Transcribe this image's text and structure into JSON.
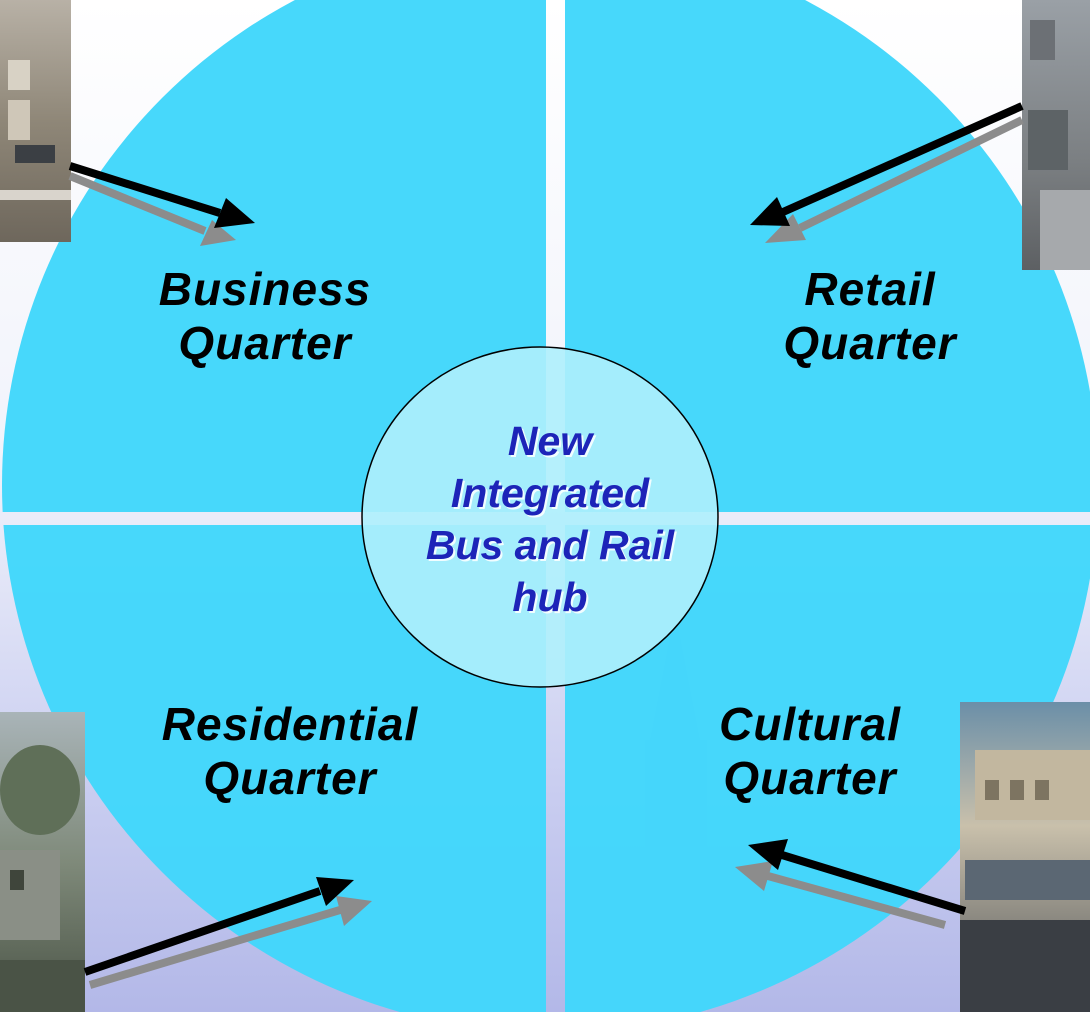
{
  "quarters": {
    "business": {
      "line1": "Business",
      "line2": "Quarter"
    },
    "retail": {
      "line1": "Retail",
      "line2": "Quarter"
    },
    "residential": {
      "line1": "Residential",
      "line2": "Quarter"
    },
    "cultural": {
      "line1": "Cultural",
      "line2": "Quarter"
    }
  },
  "hub": {
    "lines": [
      "New",
      "Integrated",
      "Bus and Rail",
      "hub"
    ]
  },
  "colors": {
    "quarter_fill": "#41d7fb",
    "hub_fill": "#aef0fc",
    "hub_text": "#1d24b8",
    "label_text": "#000000",
    "arrow": "#000000",
    "arrow_shadow": "#8c8c8c"
  }
}
